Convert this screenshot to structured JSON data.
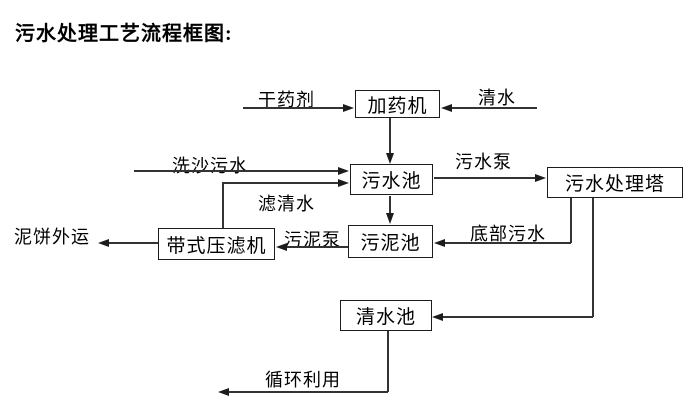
{
  "title": "污水处理工艺流程框图:",
  "diagram": {
    "nodes": {
      "dosing_machine": "加药机",
      "sewage_pool": "污水池",
      "treatment_tower": "污水处理塔",
      "belt_filter_press": "带式压滤机",
      "sludge_pool": "污泥池",
      "clear_water_pool": "清水池"
    },
    "flow_labels": {
      "dry_agent": "干药剂",
      "clear_water": "清水",
      "sand_washing_sewage": "洗沙污水",
      "sewage_pump": "污水泵",
      "filtered_water": "滤清水",
      "mud_cake_out": "泥饼外运",
      "sludge_pump": "污泥泵",
      "bottom_sewage": "底部污水",
      "recycle_use": "循环利用"
    },
    "colors": {
      "line": "#333333",
      "border": "#1c1c1c",
      "text": "#000000",
      "background": "#ffffff"
    }
  }
}
